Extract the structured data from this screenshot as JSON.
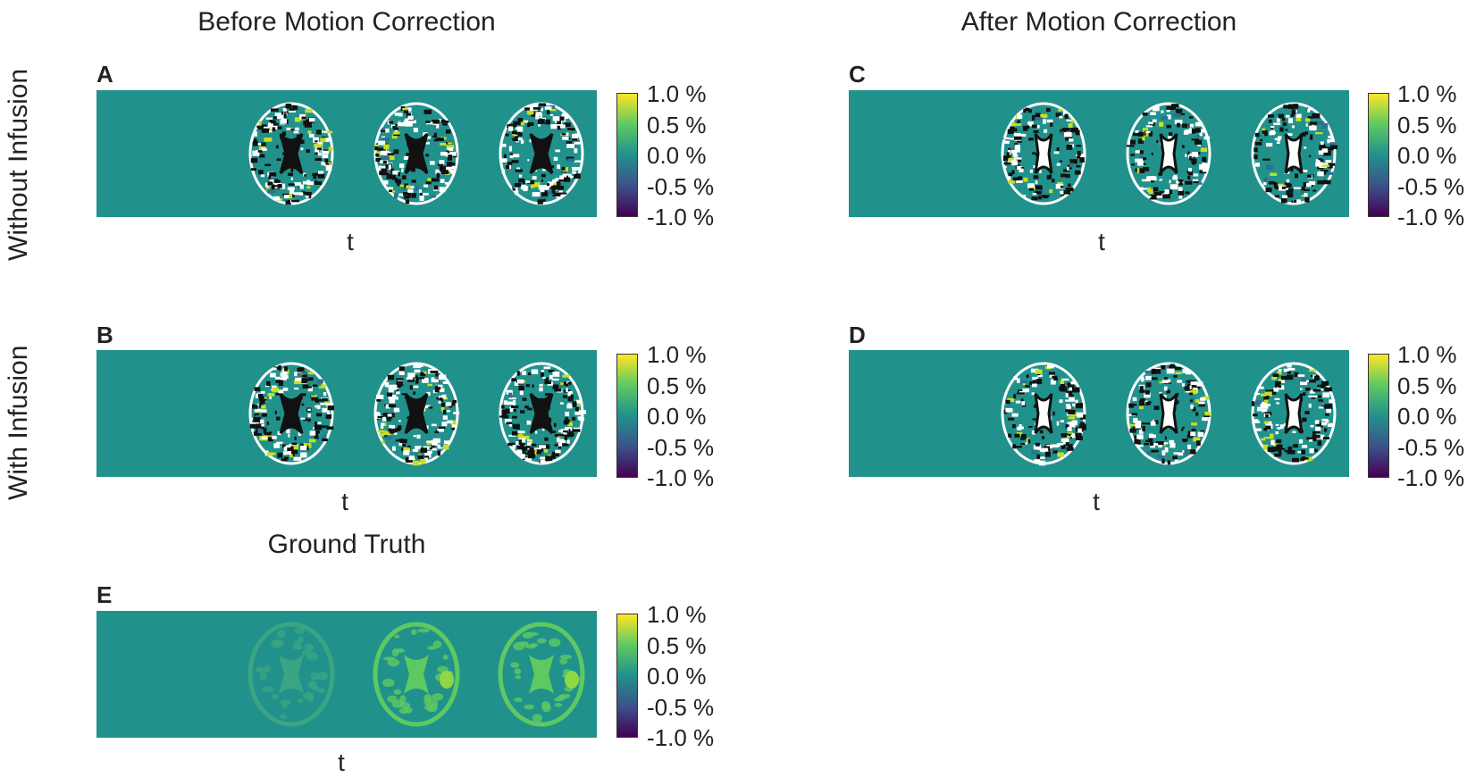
{
  "column_titles": {
    "before": "Before Motion Correction",
    "after": "After Motion Correction",
    "ground_truth": "Ground Truth"
  },
  "row_titles": {
    "without": "Without Infusion",
    "with": "With Infusion"
  },
  "panels": [
    {
      "letter": "A",
      "xlabel": "t",
      "style": "noisy"
    },
    {
      "letter": "C",
      "xlabel": "t",
      "style": "corrected"
    },
    {
      "letter": "B",
      "xlabel": "t",
      "style": "noisy"
    },
    {
      "letter": "D",
      "xlabel": "t",
      "style": "corrected"
    },
    {
      "letter": "E",
      "xlabel": "t",
      "style": "truth"
    }
  ],
  "colorbar": {
    "ticks": [
      "1.0 %",
      "0.5 %",
      "0.0 %",
      "-0.5 %",
      "-1.0 %"
    ],
    "colors": [
      "#fde725",
      "#5ec962",
      "#21918c",
      "#3b528b",
      "#440154"
    ]
  }
}
